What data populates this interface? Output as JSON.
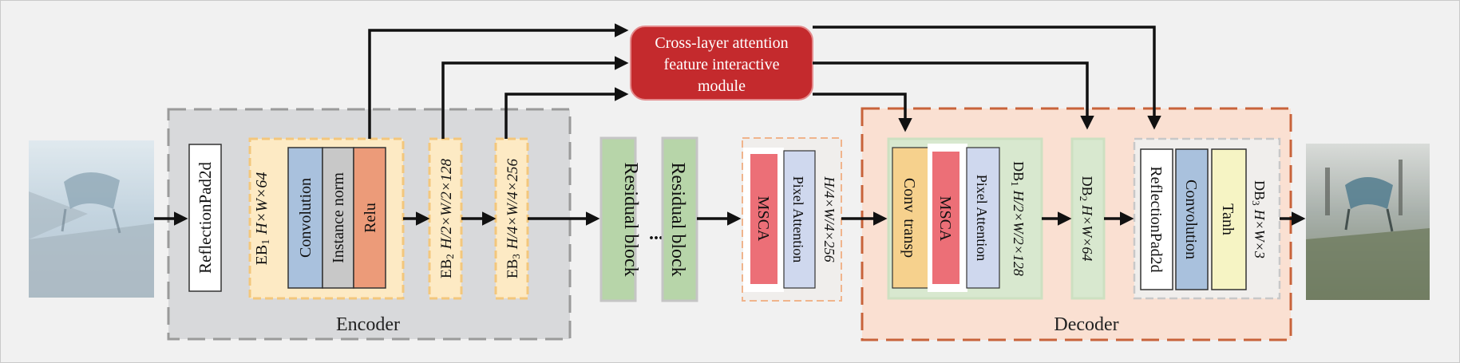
{
  "diagram": {
    "attention_module": {
      "line1": "Cross-layer attention",
      "line2": "feature interactive",
      "line3": "module"
    },
    "encoder": {
      "label": "Encoder",
      "reflection_pad": "ReflectionPad2d",
      "eb1": {
        "prefix": "EB",
        "sub": "1",
        "dims": "H×W×64"
      },
      "eb1_layers": {
        "conv": "Convolution",
        "norm": "Instance norm",
        "relu": "Relu"
      },
      "eb2": {
        "prefix": "EB",
        "sub": "2",
        "dims": "H/2×W/2×128"
      },
      "eb3": {
        "prefix": "EB",
        "sub": "3",
        "dims": "H/4×W/4×256"
      }
    },
    "residual": {
      "block1": "Residual block",
      "ellipsis": "...",
      "block2": "Residual block"
    },
    "bottleneck": {
      "msca": "MSCA",
      "pixel_attention": "Pixel Attention",
      "dims": "H/4×W/4×256"
    },
    "decoder": {
      "label": "Decoder",
      "db1": {
        "prefix": "DB",
        "sub": "1",
        "dims": "H/2×W/2×128",
        "conv_transp_line1": "Conv",
        "conv_transp_line2": "transp",
        "msca": "MSCA",
        "pixel_attention": "Pixel Attention"
      },
      "db2": {
        "prefix": "DB",
        "sub": "2",
        "dims": "H×W×64"
      },
      "db3": {
        "prefix": "DB",
        "sub": "3",
        "dims": "H×W×3",
        "reflection_pad": "ReflectionPad2d",
        "conv": "Convolution",
        "tanh": "Tanh"
      }
    },
    "colors": {
      "encoder_bg": "#d8d9db",
      "decoder_bg": "#fae0d2",
      "decoder_border": "#c8633a",
      "eb_yellow": "#fdeac4",
      "residual_green": "#b7d5a9",
      "conv_blue": "#a9c1dd",
      "norm_gray": "#c8c8c8",
      "relu_orange": "#ec9b79",
      "msca_red": "#ec6f77",
      "pa_lavender": "#cfd8ee",
      "conv_transp_gold": "#f6d18d",
      "tanh_yellow": "#f6f4c4",
      "attention_red": "#c42a2d"
    }
  }
}
